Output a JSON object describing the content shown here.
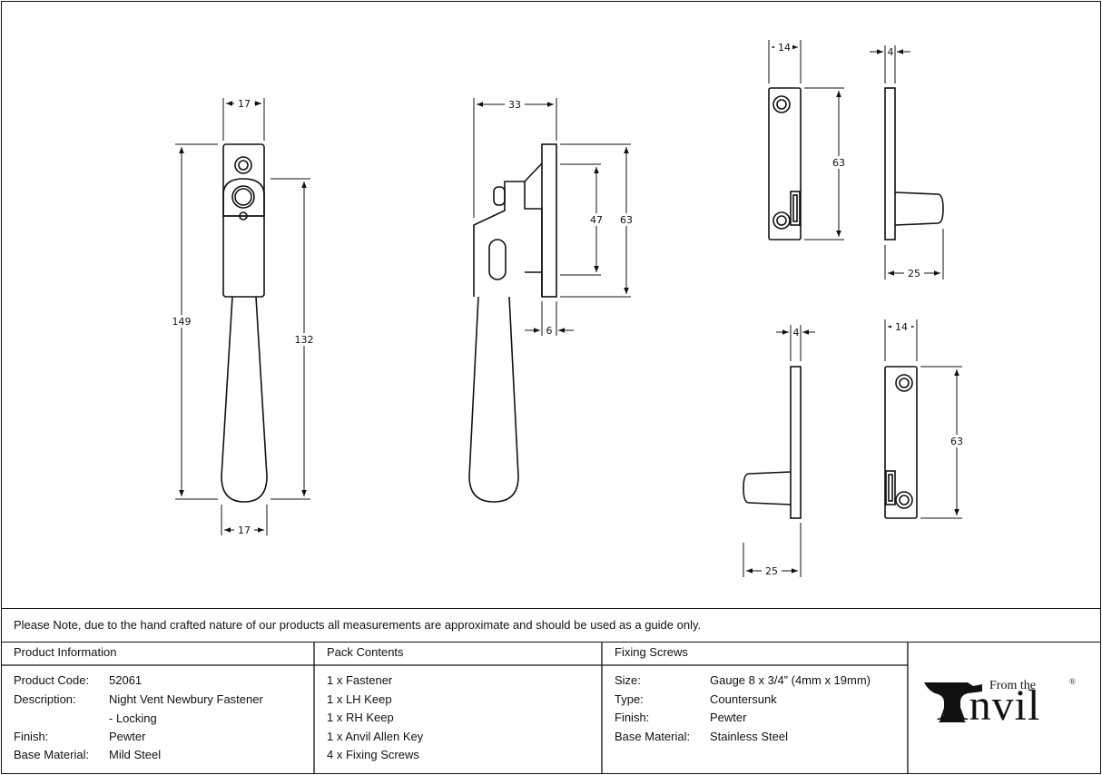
{
  "drawing": {
    "fastener_front": {
      "top_width": "17",
      "bottom_width": "17",
      "overall_height": "149",
      "lower_height": "132"
    },
    "fastener_side": {
      "depth": "33",
      "plate_height": "63",
      "hole_spacing": "47",
      "plate_thickness": "6"
    },
    "lh_keep": {
      "plate_width": "14",
      "height": "63",
      "thickness": "4",
      "projection": "25"
    },
    "rh_keep": {
      "thickness": "4",
      "projection": "25",
      "plate_width": "14",
      "height": "63"
    }
  },
  "note": "Please Note, due to the hand crafted nature of our products all measurements are approximate and should be used as a guide only.",
  "product_info": {
    "heading": "Product Information",
    "rows": [
      {
        "label": "Product Code:",
        "value": "52061"
      },
      {
        "label": "Description:",
        "value": "Night Vent Newbury Fastener"
      },
      {
        "label": "",
        "value": "- Locking"
      },
      {
        "label": "Finish:",
        "value": "Pewter"
      },
      {
        "label": "Base Material:",
        "value": "Mild Steel"
      }
    ]
  },
  "pack_contents": {
    "heading": "Pack Contents",
    "items": [
      "1 x Fastener",
      "1 x LH Keep",
      "1 x RH Keep",
      "1 x Anvil Allen Key",
      "4 x Fixing Screws"
    ]
  },
  "fixing_screws": {
    "heading": "Fixing Screws",
    "rows": [
      {
        "label": "Size:",
        "value": "Gauge 8 x 3/4” (4mm x 19mm)"
      },
      {
        "label": "Type:",
        "value": "Countersunk"
      },
      {
        "label": "Finish:",
        "value": "Pewter"
      },
      {
        "label": "Base Material:",
        "value": "Stainless Steel"
      }
    ]
  },
  "logo": {
    "from_the": "From the",
    "brand": "Anvil",
    "registered": "®"
  }
}
